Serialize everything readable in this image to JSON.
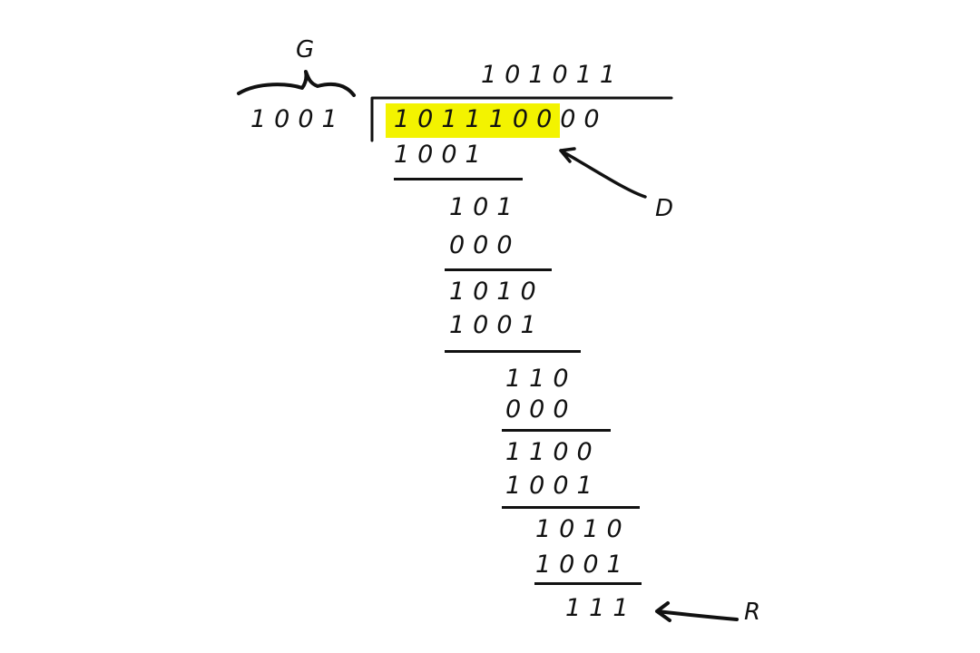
{
  "labels": {
    "generator": "G",
    "data": "D",
    "remainder": "R"
  },
  "divisor": "1001",
  "quotient": "101011",
  "dividend": {
    "data_bits": "101110",
    "padding_bits": "000"
  },
  "steps": {
    "s1_sub": "1001",
    "s2_carry": "101",
    "s2_sub": "000",
    "s3_carry": "1010",
    "s3_sub": "1001",
    "s4_carry": "110",
    "s4_sub": "000",
    "s5_carry": "1100",
    "s5_sub": "1001",
    "s6_carry": "1010",
    "s6_sub": "1001",
    "remainder": "111"
  },
  "colors": {
    "ink": "#111111",
    "highlight": "#f3f300"
  }
}
